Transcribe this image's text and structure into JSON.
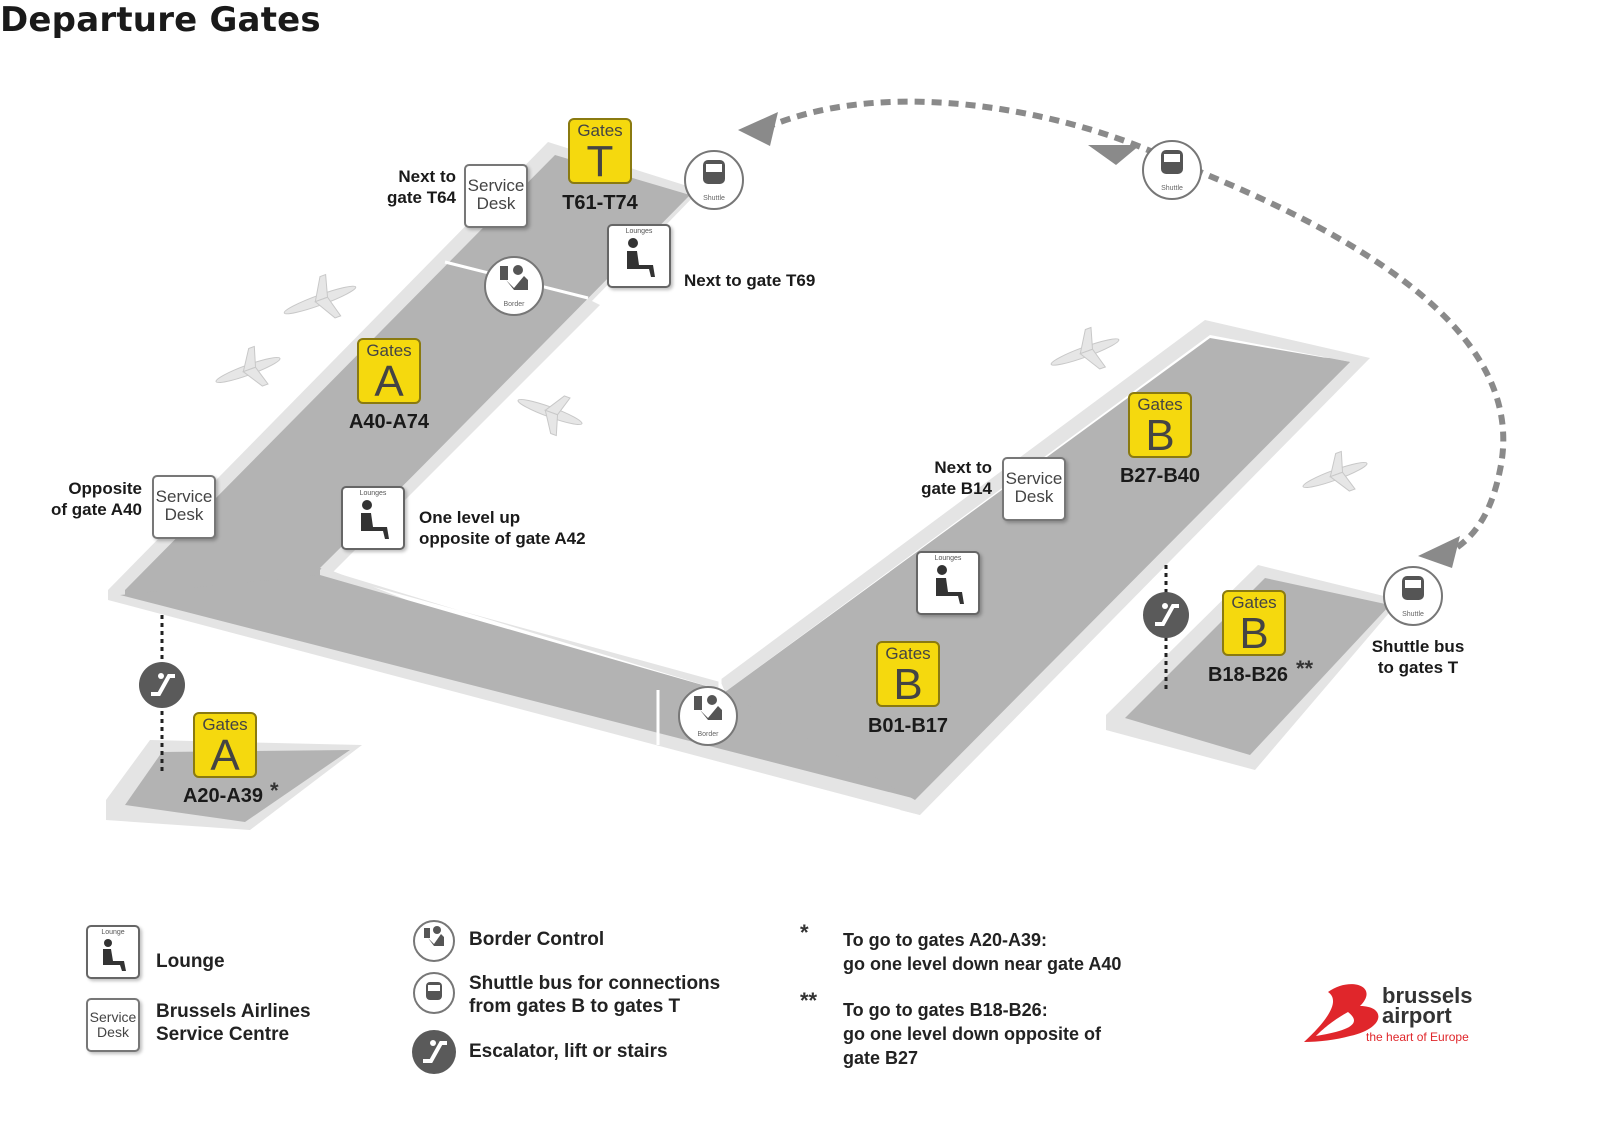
{
  "title": "Departure Gates",
  "gates": [
    {
      "id": "T",
      "heading": "Gates",
      "letter": "T",
      "range": "T61-T74",
      "suffix": ""
    },
    {
      "id": "A-upper",
      "heading": "Gates",
      "letter": "A",
      "range": "A40-A74",
      "suffix": ""
    },
    {
      "id": "A-lower",
      "heading": "Gates",
      "letter": "A",
      "range": "A20-A39",
      "suffix": "*"
    },
    {
      "id": "B-upper",
      "heading": "Gates",
      "letter": "B",
      "range": "B27-B40",
      "suffix": ""
    },
    {
      "id": "B-middle",
      "heading": "Gates",
      "letter": "B",
      "range": "B01-B17",
      "suffix": ""
    },
    {
      "id": "B-lower",
      "heading": "Gates",
      "letter": "B",
      "range": "B18-B26",
      "suffix": "**"
    }
  ],
  "service_desks": [
    {
      "label_line1": "Service",
      "label_line2": "Desk",
      "note_line1": "Next to",
      "note_line2": "gate T64"
    },
    {
      "label_line1": "Service",
      "label_line2": "Desk",
      "note_line1": "Opposite",
      "note_line2": "of gate A40"
    },
    {
      "label_line1": "Service",
      "label_line2": "Desk",
      "note_line1": "Next to",
      "note_line2": "gate B14"
    }
  ],
  "lounges": [
    {
      "icon_text": "Lounges",
      "note_line1": "Next to gate T69",
      "note_line2": ""
    },
    {
      "icon_text": "Lounges",
      "note_line1": "One level up",
      "note_line2": "opposite of gate A42"
    },
    {
      "icon_text": "Lounges",
      "note_line1": "",
      "note_line2": ""
    }
  ],
  "border_icon_text": "Border",
  "shuttle_icon_text": "Shuttle",
  "shuttle_note": {
    "line1": "Shuttle bus",
    "line2": "to gates T"
  },
  "legend": {
    "lounge": {
      "icon_text": "Lounge",
      "label": "Lounge"
    },
    "service": {
      "icon_line1": "Service",
      "icon_line2": "Desk",
      "line1": "Brussels Airlines",
      "line2": "Service Centre"
    },
    "border": {
      "label": "Border Control"
    },
    "shuttle": {
      "line1": "Shuttle bus for connections",
      "line2": "from gates B to gates T"
    },
    "escalator": {
      "label": "Escalator, lift or stairs"
    }
  },
  "notes": [
    {
      "marker": "*",
      "line1": "To go to gates A20-A39:",
      "line2": "go one level down near gate A40",
      "line3": ""
    },
    {
      "marker": "**",
      "line1": "To go to gates B18-B26:",
      "line2": "go one level down opposite of",
      "line3": "gate B27"
    }
  ],
  "logo": {
    "line1": "brussels",
    "line2": "airport",
    "tagline": "the heart of Europe",
    "color": "#e0262b"
  },
  "colors": {
    "gate_yellow": "#f5d90e",
    "floor": "#b3b3b3",
    "wall": "#e4e4e4",
    "escalator": "#5a5a5a"
  }
}
